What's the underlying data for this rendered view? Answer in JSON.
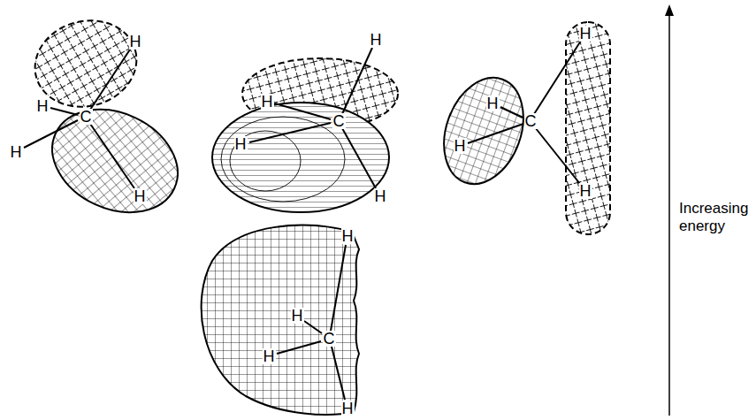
{
  "diagram": {
    "labels": [
      "H",
      "H",
      "C",
      "H",
      "H",
      "H",
      "H",
      "C",
      "H",
      "H",
      "H",
      "H",
      "C",
      "H",
      "H",
      "Increasing energy",
      "H",
      "H",
      "C",
      "H",
      "H"
    ]
  }
}
